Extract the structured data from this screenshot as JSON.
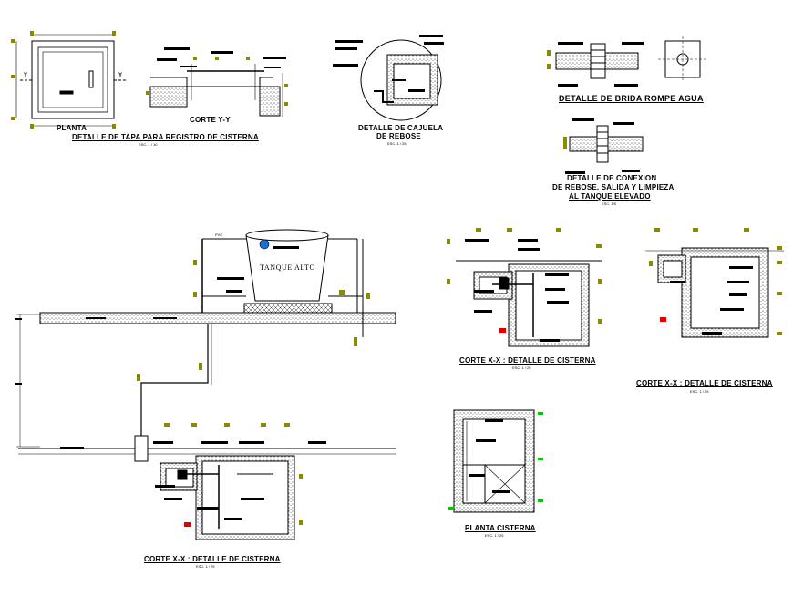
{
  "details": {
    "tapa": {
      "planta": "PLANTA",
      "title": "DETALLE DE TAPA PARA REGISTRO DE CISTERNA",
      "scale": "ESC. 1 / 10",
      "corte": "CORTE Y-Y",
      "axis": "Y"
    },
    "cajuela": {
      "line1": "DETALLE DE CAJUELA",
      "line2": "DE REBOSE",
      "scale": "ESC. 1 / 25"
    },
    "brida": {
      "title": "DETALLE DE BRIDA ROMPE AGUA"
    },
    "conexion": {
      "line1": "DETALLE DE CONEXION",
      "line2": "DE REBOSE, SALIDA Y LIMPIEZA",
      "line3": "AL TANQUE ELEVADO",
      "scale": "ESC. 1/5"
    },
    "tanque": {
      "label": "TANQUE ALTO",
      "pvc": "PVC"
    },
    "corte_a": {
      "title": "CORTE  X-X :  DETALLE DE CISTERNA",
      "scale": "ESC. 1 / 25"
    },
    "corte_b": {
      "title": "CORTE  X-X :  DETALLE DE CISTERNA",
      "scale": "ESC. 1 / 25"
    },
    "corte_main": {
      "title": "CORTE  X-X :  DETALLE DE CISTERNA",
      "scale": "ESC. 1 / 25"
    },
    "planta_cisterna": {
      "title": "PLANTA CISTERNA",
      "scale": "ESC. 1 / 25"
    }
  },
  "colors": {
    "line": "#000000",
    "accent": "#8a8a00",
    "red": "#e00000",
    "green": "#00cc00",
    "blue": "#1a6fd6"
  }
}
